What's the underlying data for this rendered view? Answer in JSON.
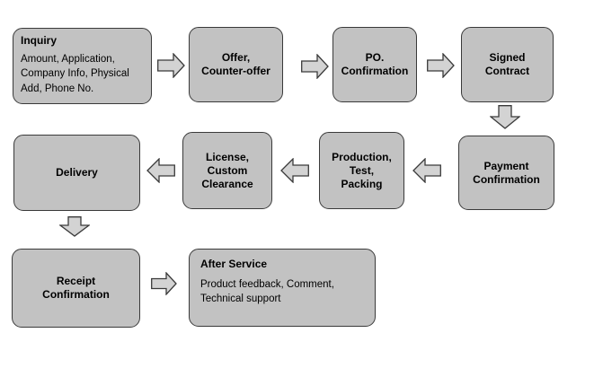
{
  "colors": {
    "background": "#ffffff",
    "box_fill": "#c2c2c2",
    "arrow_fill": "#d3d3d3",
    "border": "#3a3a3a",
    "text": "#000000"
  },
  "diagram": {
    "nodes": {
      "inquiry": {
        "title": "Inquiry",
        "body": "Amount, Application,\nCompany Info, Physical\nAdd, Phone No."
      },
      "offer": {
        "label": "Offer,\nCounter-offer"
      },
      "po_confirmation": {
        "label": "PO.\nConfirmation"
      },
      "signed_contract": {
        "label": "Signed\nContract"
      },
      "payment_confirmation": {
        "label": "Payment\nConfirmation"
      },
      "production": {
        "label": "Production,\nTest,\nPacking"
      },
      "license": {
        "label": "License,\nCustom\nClearance"
      },
      "delivery": {
        "label": "Delivery"
      },
      "receipt_confirmation": {
        "label": "Receipt\nConfirmation"
      },
      "after_service": {
        "title": "After Service",
        "body": "Product feedback, Comment,\nTechnical support"
      }
    },
    "edges": [
      {
        "from": "inquiry",
        "to": "offer",
        "direction": "right"
      },
      {
        "from": "offer",
        "to": "po_confirmation",
        "direction": "right"
      },
      {
        "from": "po_confirmation",
        "to": "signed_contract",
        "direction": "right"
      },
      {
        "from": "signed_contract",
        "to": "payment_confirmation",
        "direction": "down"
      },
      {
        "from": "payment_confirmation",
        "to": "production",
        "direction": "left"
      },
      {
        "from": "production",
        "to": "license",
        "direction": "left"
      },
      {
        "from": "license",
        "to": "delivery",
        "direction": "left"
      },
      {
        "from": "delivery",
        "to": "receipt_confirmation",
        "direction": "down"
      },
      {
        "from": "receipt_confirmation",
        "to": "after_service",
        "direction": "right"
      }
    ]
  }
}
